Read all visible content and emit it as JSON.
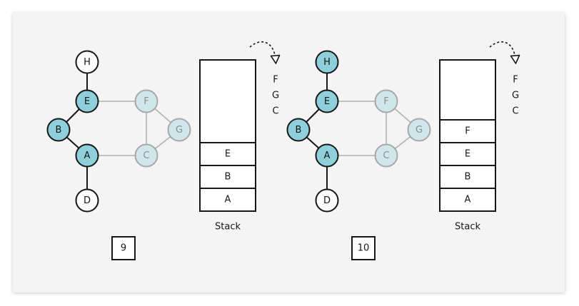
{
  "colors": {
    "visited_fill": "#8fcfdb",
    "visited_stroke": "#161616",
    "faded_fill": "#cfe6ea",
    "faded_stroke": "#a8a8a8",
    "faded_text": "#8d8d8d",
    "plain_fill": "#ffffff",
    "edge_dark": "#161616",
    "edge_light": "#b0b0b0",
    "background": "#f4f4f4"
  },
  "panels": [
    {
      "step_label": "9",
      "stack_caption": "Stack",
      "nodes": [
        {
          "id": "H",
          "label": "H",
          "state": "plain"
        },
        {
          "id": "E",
          "label": "E",
          "state": "visited"
        },
        {
          "id": "B",
          "label": "B",
          "state": "visited"
        },
        {
          "id": "A",
          "label": "A",
          "state": "visited"
        },
        {
          "id": "D",
          "label": "D",
          "state": "plain"
        },
        {
          "id": "F",
          "label": "F",
          "state": "faded"
        },
        {
          "id": "G",
          "label": "G",
          "state": "faded"
        },
        {
          "id": "C",
          "label": "C",
          "state": "faded"
        }
      ],
      "edges": [
        {
          "from": "H",
          "to": "E",
          "style": "dark"
        },
        {
          "from": "E",
          "to": "B",
          "style": "dark"
        },
        {
          "from": "B",
          "to": "A",
          "style": "dark"
        },
        {
          "from": "A",
          "to": "D",
          "style": "dark"
        },
        {
          "from": "E",
          "to": "F",
          "style": "light"
        },
        {
          "from": "F",
          "to": "G",
          "style": "light"
        },
        {
          "from": "F",
          "to": "C",
          "style": "light"
        },
        {
          "from": "G",
          "to": "C",
          "style": "light"
        },
        {
          "from": "A",
          "to": "C",
          "style": "light"
        }
      ],
      "stack_items_top_to_bottom": [
        "E",
        "B",
        "A"
      ],
      "pending_items": [
        "F",
        "G",
        "C"
      ]
    },
    {
      "step_label": "10",
      "stack_caption": "Stack",
      "nodes": [
        {
          "id": "H",
          "label": "H",
          "state": "visited"
        },
        {
          "id": "E",
          "label": "E",
          "state": "visited"
        },
        {
          "id": "B",
          "label": "B",
          "state": "visited"
        },
        {
          "id": "A",
          "label": "A",
          "state": "visited"
        },
        {
          "id": "D",
          "label": "D",
          "state": "plain"
        },
        {
          "id": "F",
          "label": "F",
          "state": "faded"
        },
        {
          "id": "G",
          "label": "G",
          "state": "faded"
        },
        {
          "id": "C",
          "label": "C",
          "state": "faded"
        }
      ],
      "edges": [
        {
          "from": "H",
          "to": "E",
          "style": "dark"
        },
        {
          "from": "E",
          "to": "B",
          "style": "dark"
        },
        {
          "from": "B",
          "to": "A",
          "style": "dark"
        },
        {
          "from": "A",
          "to": "D",
          "style": "dark"
        },
        {
          "from": "E",
          "to": "F",
          "style": "light"
        },
        {
          "from": "F",
          "to": "G",
          "style": "light"
        },
        {
          "from": "F",
          "to": "C",
          "style": "light"
        },
        {
          "from": "G",
          "to": "C",
          "style": "light"
        },
        {
          "from": "A",
          "to": "C",
          "style": "light"
        }
      ],
      "stack_items_top_to_bottom": [
        "F",
        "E",
        "B",
        "A"
      ],
      "pending_items": [
        "F",
        "G",
        "C"
      ]
    }
  ]
}
